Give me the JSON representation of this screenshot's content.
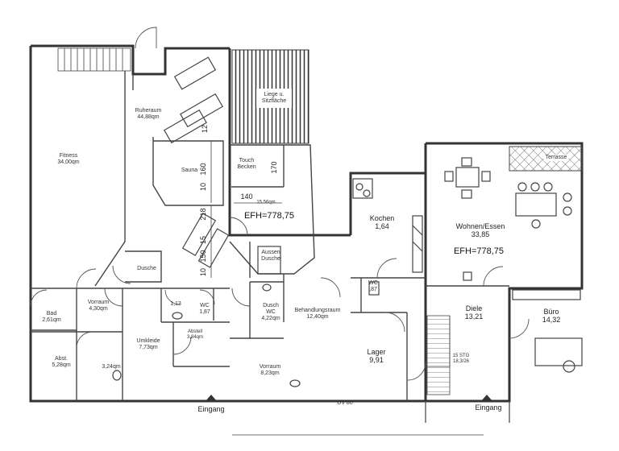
{
  "rooms": {
    "fitness": {
      "name": "Fitness",
      "area": "34,00qm"
    },
    "ruheraum": {
      "name": "Ruheraum",
      "area": "44,88qm"
    },
    "liege": {
      "name": "Liege u.",
      "sub": "Sitzfläche"
    },
    "touch": {
      "name": "Touch",
      "sub": "Becken"
    },
    "sauna": {
      "name": "Sauna"
    },
    "dusche": {
      "name": "Dusche"
    },
    "aussen": {
      "name": "Aussen",
      "sub": "Dusche"
    },
    "vorraum1": {
      "name": "Vorraum",
      "area": "4,30qm"
    },
    "bad": {
      "name": "Bad",
      "area": "2,61qm"
    },
    "abst": {
      "name": "Abst.",
      "area": "5,28qm"
    },
    "wc1": {
      "area": "3,24qm"
    },
    "umkleide": {
      "name": "Umkleide",
      "area": "7,73qm"
    },
    "abstell": {
      "name": "Abstell",
      "area": "3,84qm"
    },
    "small1": {
      "name": "1,13"
    },
    "wc2": {
      "name": "WC",
      "area": "1,87"
    },
    "dusch_wc": {
      "name": "Dusch",
      "sub": "WC",
      "area": "4,22qm"
    },
    "behandlung": {
      "name": "Behandlungsraum",
      "area": "12,40qm"
    },
    "vorraum2": {
      "name": "Vorraum",
      "area": "8,23qm"
    },
    "kochen": {
      "name": "Kochen",
      "area": "1,64"
    },
    "wc3": {
      "name": "WC",
      "area": ",87"
    },
    "lager": {
      "name": "Lager",
      "area": "9,91"
    },
    "stairs": {
      "name": "15 STG",
      "area": "18,3/26"
    },
    "diele": {
      "name": "Diele",
      "area": "13,21"
    },
    "buero": {
      "name": "Büro",
      "area": "14,32"
    },
    "wohnen": {
      "name": "Wohnen/Essen",
      "area": "33,85"
    },
    "terrasse": {
      "name": "Terrasse"
    }
  },
  "efh": {
    "left": "EFH=778,75",
    "right": "EFH=778,75"
  },
  "dims": {
    "d170": "170",
    "d140": "140",
    "d1556": "15,56qm",
    "d160": "160",
    "d10a": "10",
    "d12": "12",
    "d218": "218",
    "d150": "150",
    "d10b": "10",
    "d15": "15"
  },
  "entrances": {
    "left": "Eingang",
    "right": "Eingang"
  },
  "dv": "DV 80"
}
